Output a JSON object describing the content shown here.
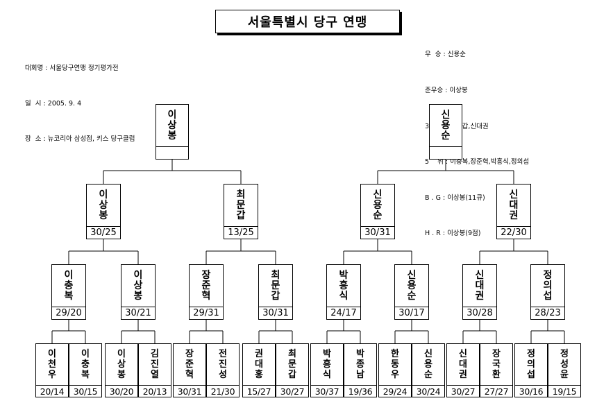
{
  "title": "서울특별시 당구 연맹",
  "info_left": [
    {
      "label": "대회명",
      "value": "서울당구연맹 정기평가전"
    },
    {
      "label": "일  시",
      "value": "2005. 9. 4"
    },
    {
      "label": "장  소",
      "value": "뉴코리아 삼성점, 키스 당구클럽"
    }
  ],
  "info_right": [
    {
      "label": "우  승",
      "value": "신용순"
    },
    {
      "label": "준우승",
      "value": "이상봉"
    },
    {
      "label": "3    위",
      "value": "최문갑,신대권"
    },
    {
      "label": "5    위",
      "value": "이충복,장준혁,박흥식,정의섭"
    },
    {
      "label": "B . G",
      "value": "이상봉(11큐)"
    },
    {
      "label": "H . R",
      "value": "이상봉(9점)"
    }
  ],
  "bracket": {
    "finalists": [
      {
        "name": "이상봉",
        "score": ""
      },
      {
        "name": "신용순",
        "score": ""
      }
    ],
    "semifinals": [
      {
        "name": "이상봉",
        "score": "30/25"
      },
      {
        "name": "최문갑",
        "score": "13/25"
      },
      {
        "name": "신용순",
        "score": "30/31"
      },
      {
        "name": "신대권",
        "score": "22/30"
      }
    ],
    "quarterfinals": [
      {
        "name": "이충복",
        "score": "29/20"
      },
      {
        "name": "이상봉",
        "score": "30/21"
      },
      {
        "name": "장준혁",
        "score": "29/31"
      },
      {
        "name": "최문갑",
        "score": "30/31"
      },
      {
        "name": "박흥식",
        "score": "24/17"
      },
      {
        "name": "신용순",
        "score": "30/17"
      },
      {
        "name": "신대권",
        "score": "30/28"
      },
      {
        "name": "정의섭",
        "score": "28/23"
      }
    ],
    "round16": [
      {
        "name": "이천우",
        "score": "20/14"
      },
      {
        "name": "이충복",
        "score": "30/15"
      },
      {
        "name": "이상봉",
        "score": "30/20"
      },
      {
        "name": "김진열",
        "score": "20/13"
      },
      {
        "name": "장준혁",
        "score": "30/31"
      },
      {
        "name": "전진성",
        "score": "21/30"
      },
      {
        "name": "권대홍",
        "score": "15/27"
      },
      {
        "name": "최문갑",
        "score": "30/27"
      },
      {
        "name": "박흥식",
        "score": "30/37"
      },
      {
        "name": "박종남",
        "score": "19/36"
      },
      {
        "name": "한동우",
        "score": "29/24"
      },
      {
        "name": "신용순",
        "score": "30/24"
      },
      {
        "name": "신대권",
        "score": "30/27"
      },
      {
        "name": "장국환",
        "score": "27/27"
      },
      {
        "name": "정의섭",
        "score": "30/16"
      },
      {
        "name": "정성윤",
        "score": "19/15"
      }
    ]
  }
}
